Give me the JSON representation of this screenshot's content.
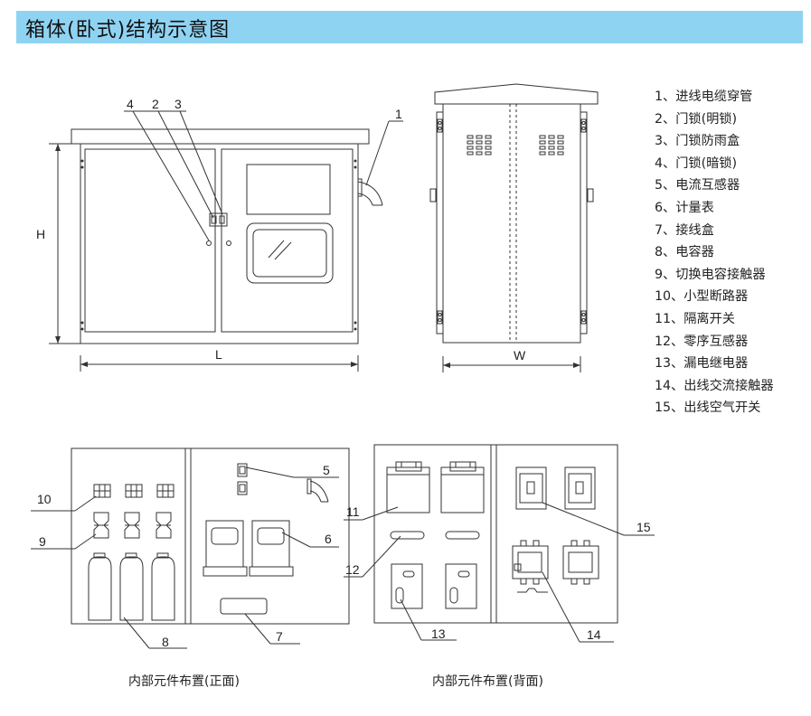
{
  "title": "箱体(卧式)结构示意图",
  "colors": {
    "title_bar": "#8fd3f3",
    "line": "#333333"
  },
  "dimensions": {
    "height": "H",
    "length": "L",
    "width": "W"
  },
  "front_callouts": [
    "1",
    "2",
    "3",
    "4"
  ],
  "legend": [
    "1、进线电缆穿管",
    "2、门锁(明锁)",
    "3、门锁防雨盒",
    "4、门锁(暗锁)",
    "5、电流互感器",
    "6、计量表",
    "7、接线盒",
    "8、电容器",
    "9、切换电容接触器",
    "10、小型断路器",
    "11、隔离开关",
    "12、零序互感器",
    "13、漏电继电器",
    "14、出线交流接触器",
    "15、出线空气开关"
  ],
  "inner_front_callouts": [
    "10",
    "9",
    "8",
    "5",
    "6",
    "7"
  ],
  "inner_back_callouts": [
    "11",
    "12",
    "13",
    "15",
    "14"
  ],
  "captions": {
    "front": "内部元件布置(正面)",
    "back": "内部元件布置(背面)"
  },
  "icons": [
    "cable-conduit-icon",
    "door-lock-icon",
    "meter-window-icon",
    "vent-slot-icon",
    "hinge-icon"
  ]
}
